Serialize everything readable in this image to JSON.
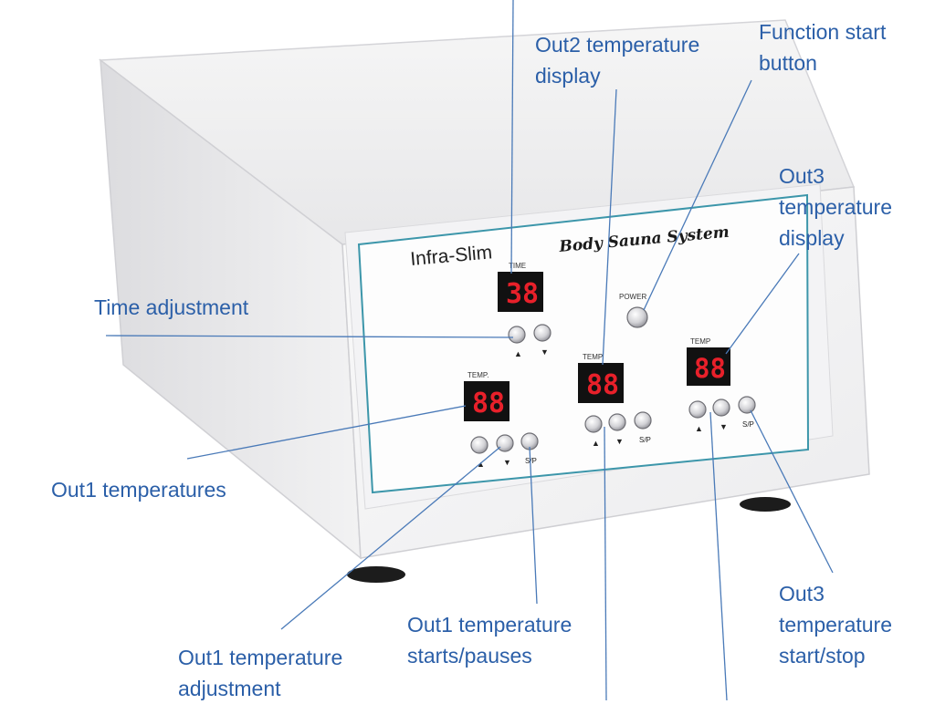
{
  "device": {
    "brand": "Infra-Slim",
    "tagline": "Body Sauna System",
    "power_label": "POWER",
    "colors": {
      "display_red": "#e8202a",
      "panel_border": "#3c96aa",
      "callout_text": "#2b5fa8",
      "leader_line": "#4a7ab8"
    }
  },
  "panels": [
    {
      "id": "time",
      "label": "TIME",
      "reading": "38",
      "buttons": [
        "▲",
        "▼"
      ]
    },
    {
      "id": "out1",
      "label": "TEMP.",
      "reading": "88",
      "buttons": [
        "▲",
        "▼",
        "S/P"
      ]
    },
    {
      "id": "out2",
      "label": "TEMP",
      "reading": "88",
      "buttons": [
        "▲",
        "▼",
        "S/P"
      ]
    },
    {
      "id": "out3",
      "label": "TEMP",
      "reading": "88",
      "buttons": [
        "▲",
        "▼",
        "S/P"
      ]
    }
  ],
  "callouts": {
    "out2_display": "Out2 temperature\ndisplay",
    "function_start": "Function start\nbutton",
    "out3_display": "Out3\ntemperature\ndisplay",
    "time_adjust": "Time adjustment",
    "out1_temps": "Out1 temperatures",
    "out3_startstop": "Out3\ntemperature\nstart/stop",
    "out1_startpause": "Out1 temperature\nstarts/pauses",
    "out1_adjust": "Out1 temperature\nadjustment"
  }
}
